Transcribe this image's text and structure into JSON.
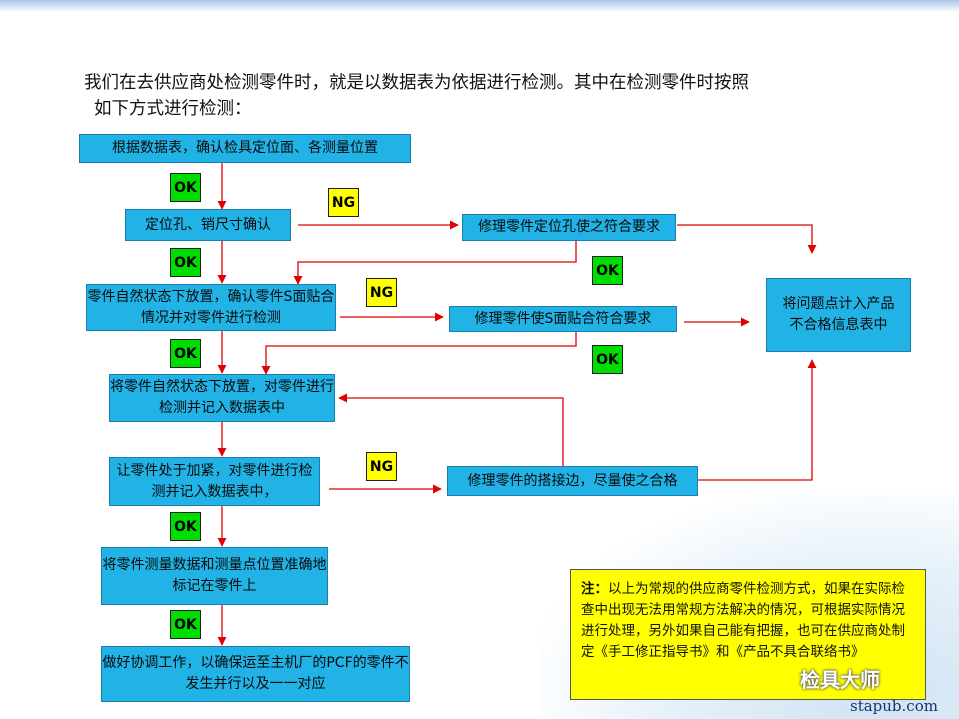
{
  "intro": {
    "line1": "我们在去供应商处检测零件时，就是以数据表为依据进行检测。其中在检测零件时按照",
    "line2": "如下方式进行检测："
  },
  "steps": {
    "s1": "根据数据表，确认检具定位面、各测量位置",
    "s2": "定位孔、销尺寸确认",
    "s3": "零件自然状态下放置，确认零件S面贴合情况并对零件进行检测",
    "s4": "将零件自然状态下放置，对零件进行检测并记入数据表中",
    "s5": "让零件处于加紧，对零件进行检测并记入数据表中，",
    "s6": "将零件测量数据和测量点位置准确地标记在零件上",
    "s7": "做好协调工作，以确保运至主机厂的PCF的零件不发生并行以及一一对应"
  },
  "fixes": {
    "f1": "修理零件定位孔使之符合要求",
    "f2": "修理零件使S面贴合符合要求",
    "f3": "修理零件的搭接边，尽量使之合格"
  },
  "record": "将问题点计入产品不合格信息表中",
  "labels": {
    "ok": "OK",
    "ng": "NG"
  },
  "note": {
    "head": "注：",
    "text": "以上为常规的供应商零件检测方式，如果在实际检查中出现无法用常规方法解决的情况，可根据实际情况进行处理，另外如果自己能有把握，也可在供应商处制定《手工修正指导书》和《产品不具合联络书》"
  },
  "watermark": {
    "logo": "检具大师",
    "url": "stapub.com"
  },
  "colors": {
    "box": "#22b3e6",
    "ok": "#00dd00",
    "ng": "#ffff00",
    "arrow": "#e00000",
    "note": "#ffff00"
  }
}
